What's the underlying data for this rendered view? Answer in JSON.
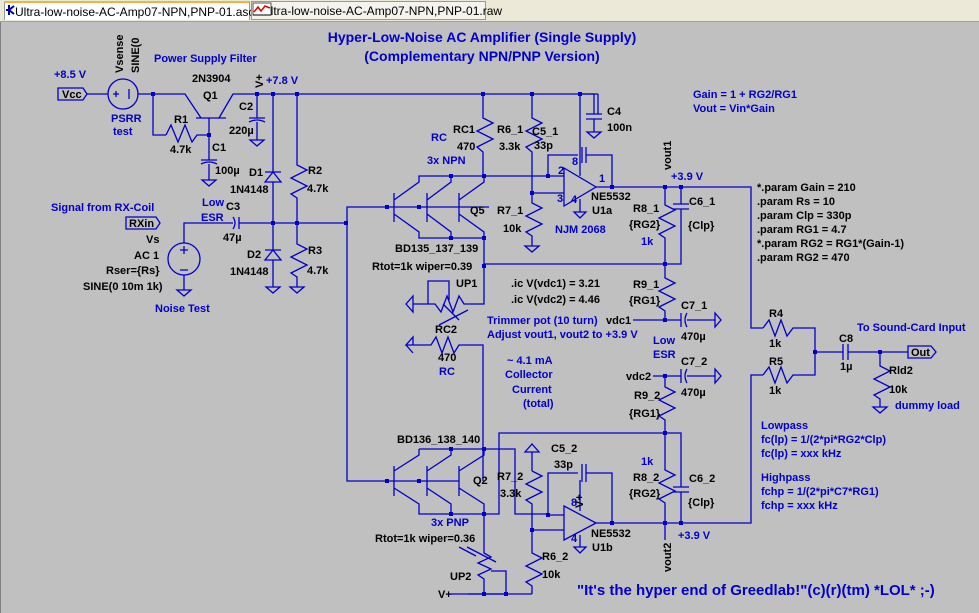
{
  "tabs": [
    {
      "label": "Ultra-low-noise-AC-Amp07-NPN,PNP-01.asc",
      "icon": "schematic-icon",
      "active": true
    },
    {
      "label": "Ultra-low-noise-AC-Amp07-NPN,PNP-01.raw",
      "icon": "waveform-icon",
      "active": false
    }
  ],
  "colors": {
    "background": "#c0c0c0",
    "wire": "#0000cc",
    "label": "#000000",
    "comment": "#0000cc"
  },
  "title": {
    "line1": "Hyper-Low-Noise AC Amplifier (Single Supply)",
    "line2": "(Complementary NPN/PNP Version)"
  },
  "power": {
    "vcc_supply": "+8.5 V",
    "vcc_port": "Vcc",
    "vsense_name": "Vsense",
    "vsense_value": "SINE(0",
    "psrr_line1": "PSRR",
    "psrr_line2": "test",
    "filter_label": "Power Supply Filter",
    "q1_model": "2N3904",
    "q1_name": "Q1",
    "vplus": "V+",
    "rail_voltage": "+7.8 V",
    "r1_name": "R1",
    "r1_value": "4.7k",
    "c1_name": "C1",
    "c1_value": "100µ",
    "c2_name": "C2",
    "c2_value": "220µ"
  },
  "input": {
    "signal_label": "Signal from RX-Coil",
    "port": "RXin",
    "vs_name": "Vs",
    "vs_ac": "AC 1",
    "vs_rser": "Rser={Rs}",
    "vs_sine": "SINE(0 10m 1k)",
    "noise_test": "Noise Test",
    "c3_name": "C3",
    "c3_value": "47µ",
    "low_esr_1": "Low",
    "low_esr_2": "ESR",
    "d1_name": "D1",
    "d1_model": "1N4148",
    "d2_name": "D2",
    "d2_model": "1N4148",
    "r2_name": "R2",
    "r2_value": "4.7k",
    "r3_name": "R3",
    "r3_value": "4.7k"
  },
  "npn_stage": {
    "rc_label": "RC",
    "rc1_name": "RC1",
    "rc1_value": "470",
    "r6_1_name": "R6_1",
    "r6_1_value": "3.3k",
    "array_label": "3x NPN",
    "q5_name": "Q5",
    "model": "BD135_137_139",
    "pot_param": "Rtot=1k wiper=0.39",
    "up1_name": "UP1",
    "c5_1_name": "C5_1",
    "c5_1_value": "33p",
    "c4_name": "C4",
    "c4_value": "100n",
    "u1a_model": "NE5532",
    "u1a_name": "U1a",
    "pin2": "2",
    "pin3": "3",
    "pin8": "8",
    "pin4": "4",
    "pin1": "1",
    "r7_1_name": "R7_1",
    "r7_1_value": "10k",
    "njm": "NJM 2068",
    "r8_1_name": "R8_1",
    "r8_1_value": "{RG2}",
    "r8_1_note": "1k",
    "c6_1_name": "C6_1",
    "c6_1_value": "{Clp}",
    "r9_1_name": "R9_1",
    "r9_1_value": "{RG1}",
    "c7_1_name": "C7_1",
    "c7_1_value": "470µ",
    "vdc1": "vdc1",
    "vout1": "vout1",
    "vout1_level": "+3.9 V",
    "low_esr_1": "Low",
    "low_esr_2": "ESR"
  },
  "ic_directives": {
    "ic1": ".ic V(vdc1) = 3.21",
    "ic2": ".ic V(vdc2) = 4.46"
  },
  "notes": {
    "trimmer_1": "Trimmer pot (10 turn)",
    "trimmer_2": "Adjust vout1, vout2 to +3.9 V",
    "current_1": "~ 4.1 mA",
    "current_2": "Collector",
    "current_3": "Current",
    "current_4": "(total)",
    "gain_1": "Gain = 1 + RG2/RG1",
    "gain_2": "Vout = Vin*Gain",
    "lowpass_title": "Lowpass",
    "lowpass_1": "fc(lp) = 1/(2*pi*RG2*Clp)",
    "lowpass_2": "fc(lp) = xxx kHz",
    "highpass_title": "Highpass",
    "highpass_1": "fchp = 1/(2*pi*C7*RG1)",
    "highpass_2": "fchp = xxx kHz",
    "sound_card": "To Sound-Card Input",
    "dummy_load": "dummy load",
    "quote": "\"It's the hyper end of Greedlab!\"(c)(r)(tm) *LOL* ;-)"
  },
  "params": [
    "*.param Gain = 210",
    ".param Rs = 10",
    ".param Clp = 330p",
    ".param RG1 = 4.7",
    "*.param RG2 = RG1*(Gain-1)",
    ".param RG2 = 470"
  ],
  "pnp_stage": {
    "rc2_name": "RC2",
    "rc2_value": "470",
    "rc_label": "RC",
    "model": "BD136_138_140",
    "q2_name": "Q2",
    "array_label": "3x PNP",
    "pot_param": "Rtot=1k wiper=0.36",
    "up2_name": "UP2",
    "vplus": "V+",
    "c5_2_name": "C5_2",
    "c5_2_value": "33p",
    "r7_2_name": "R7_2",
    "r7_2_value": "3.3k",
    "r6_2_name": "R6_2",
    "r6_2_value": "10k",
    "u1b_model": "NE5532",
    "u1b_name": "U1b",
    "vplus_pin": "V+",
    "pin8": "8",
    "pin4": "4",
    "r8_2_name": "R8_2",
    "r8_2_value": "{RG2}",
    "r8_2_note": "1k",
    "c6_2_name": "C6_2",
    "c6_2_value": "{Clp}",
    "r9_2_name": "R9_2",
    "r9_2_value": "{RG1}",
    "c7_2_name": "C7_2",
    "c7_2_value": "470µ",
    "vdc2": "vdc2",
    "vout2": "vout2",
    "vout2_level": "+3.9 V"
  },
  "output": {
    "r4_name": "R4",
    "r4_value": "1k",
    "r5_name": "R5",
    "r5_value": "1k",
    "c8_name": "C8",
    "c8_value": "1µ",
    "rld2_name": "Rld2",
    "rld2_value": "10k",
    "port": "Out"
  }
}
